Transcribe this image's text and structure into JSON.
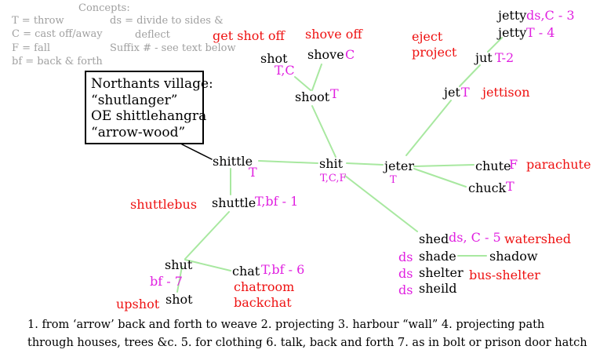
{
  "legend": {
    "title": "Concepts:",
    "left": [
      "T = throw",
      "C = cast off/away",
      "F = fall",
      "bf = back & forth"
    ],
    "right": [
      "ds = divide to sides &",
      "deflect",
      "Suffix # - see text below"
    ]
  },
  "colors": {
    "line": "#a8e8a0",
    "label": "#000000",
    "code": "#e020e0",
    "note": "#ee1111",
    "legend": "#a0a0a0"
  },
  "village": {
    "lines": [
      "Northants village:",
      "“shutlanger”",
      "OE shittlehangra",
      "“arrow-wood”"
    ]
  },
  "words": {
    "jetty1": "jetty",
    "jetty1_code": "ds,C - 3",
    "jetty2": "jetty",
    "jetty2_code": "T - 4",
    "jut": "jut",
    "jut_code": "T-2",
    "jet": "jet",
    "jet_code": "T",
    "shot_top": "shot",
    "shot_top_code": "T,C",
    "shove": "shove",
    "shove_code": "C",
    "shoot": "shoot",
    "shoot_code": "T",
    "shittle": "shittle",
    "shittle_code": "T",
    "shit": "shit",
    "shit_code": "T,C,F",
    "jeter": "jeter",
    "jeter_code": "T",
    "chute": "chute",
    "chute_code": "F",
    "chuck": "chuck",
    "chuck_code": "T",
    "shuttle": "shuttle",
    "shuttle_code": "T,bf - 1",
    "shed": "shed",
    "shed_code": "ds, C - 5",
    "shade": "shade",
    "shade_code": "ds",
    "shadow": "shadow",
    "shelter": "shelter",
    "shelter_code": "ds",
    "sheild": "sheild",
    "sheild_code": "ds",
    "shut": "shut",
    "shut_code": "bf - 7",
    "shot_bottom": "shot",
    "chat": "chat",
    "chat_code": "T,bf - 6"
  },
  "notes": {
    "get_shot_off": "get shot off",
    "shove_off": "shove off",
    "eject": "eject",
    "project": "project",
    "jettison": "jettison",
    "parachute": "parachute",
    "shuttlebus": "shuttlebus",
    "watershed": "watershed",
    "bus_shelter": "bus-shelter",
    "chatroom": "chatroom",
    "backchat": "backchat",
    "upshot": "upshot"
  },
  "footnotes": [
    "1. from ‘arrow’ back and forth to weave  2. projecting  3. harbour “wall”  4. projecting path",
    "through houses, trees &c. 5. for clothing  6.  talk, back and forth  7.  as in bolt or prison door hatch"
  ]
}
